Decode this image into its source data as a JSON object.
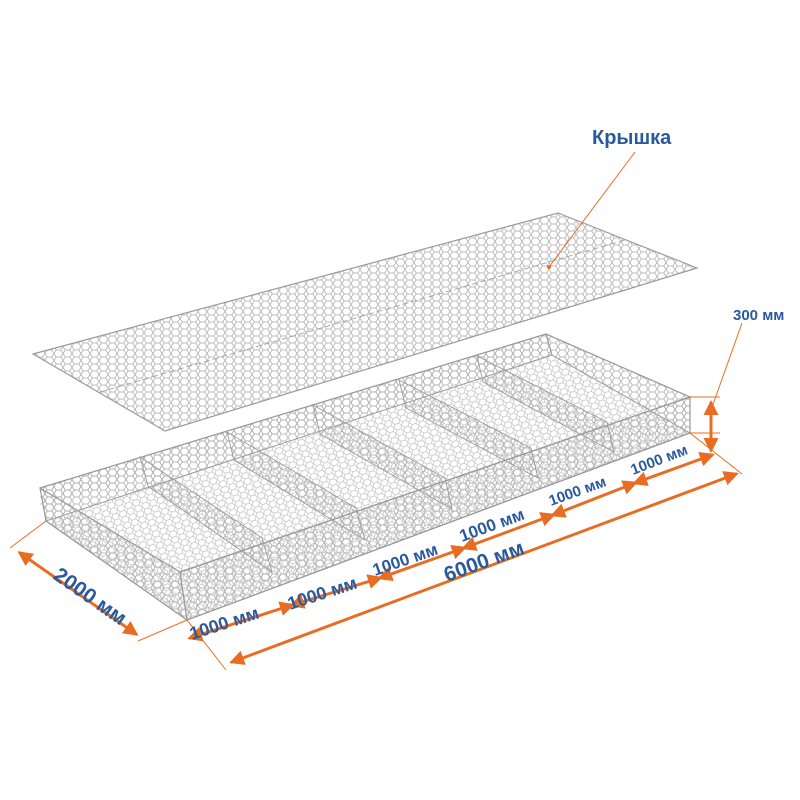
{
  "lid_label": "Крышка",
  "height_label": "300 мм",
  "width_label": "2000 мм",
  "length_label": "6000 мм",
  "section_label": "1000 мм",
  "colors": {
    "dimension": "#e86d22",
    "label": "#2a5a9c",
    "mesh": "#9a9a9a"
  }
}
